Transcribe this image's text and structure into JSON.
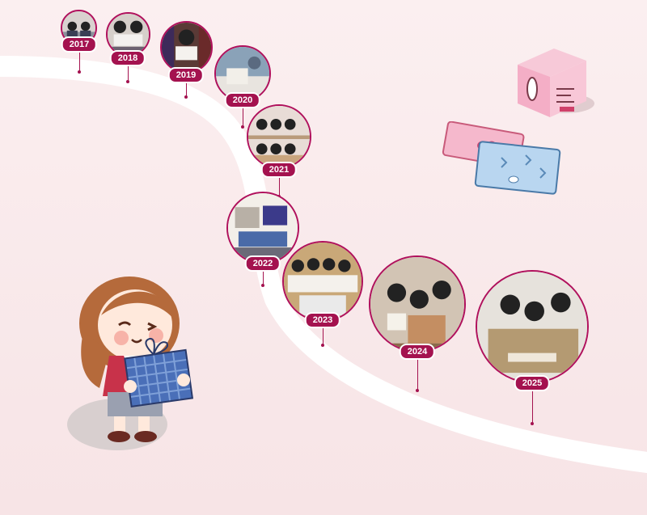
{
  "timeline": {
    "milestones": [
      {
        "year": "2017"
      },
      {
        "year": "2018"
      },
      {
        "year": "2019"
      },
      {
        "year": "2020"
      },
      {
        "year": "2021"
      },
      {
        "year": "2022"
      },
      {
        "year": "2023"
      },
      {
        "year": "2024"
      },
      {
        "year": "2025"
      }
    ]
  },
  "colors": {
    "accent": "#a4124f",
    "background": "#f9eaec",
    "road": "#ffffff"
  },
  "icons": [
    "girl-with-gift-illustration",
    "pad-box-icon",
    "pad-pack-icon"
  ]
}
